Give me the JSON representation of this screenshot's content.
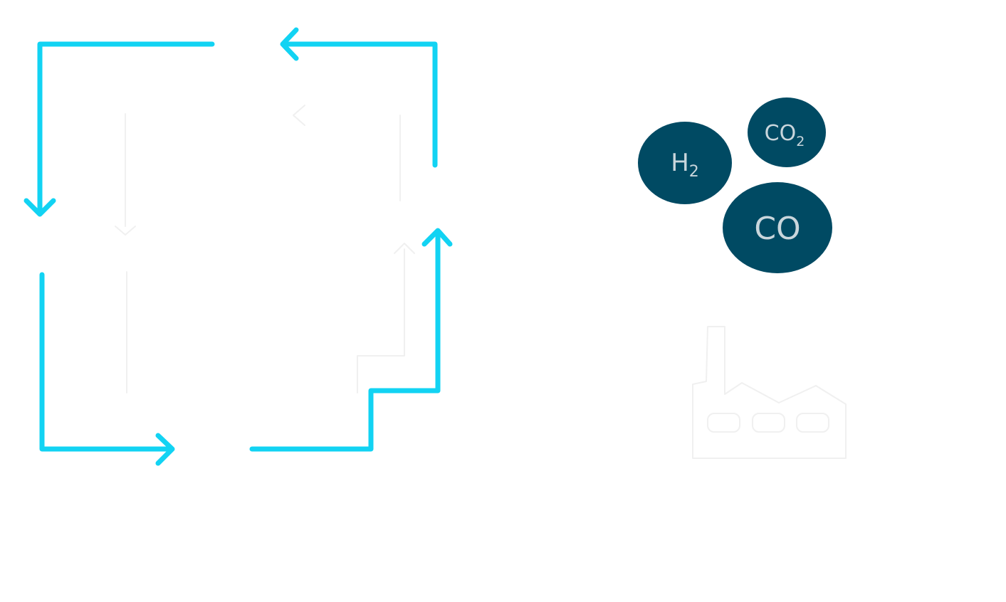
{
  "colors": {
    "background": "#ffffff",
    "flow_arrow": "#12d3f3",
    "gas_bubble": "#004a63",
    "gas_text": "#c9d6dc",
    "faint_lines": "#f0f0f0"
  },
  "diagram": {
    "cycle": {
      "arrows": [
        "arrow-top-left-down",
        "arrow-top-right-left",
        "arrow-bottom-left-right",
        "arrow-bottom-right-up"
      ]
    },
    "gases": [
      {
        "id": "h2",
        "base": "H",
        "subscript": "2"
      },
      {
        "id": "co2",
        "base": "CO",
        "subscript": "2"
      },
      {
        "id": "co",
        "base": "CO",
        "subscript": ""
      }
    ],
    "icon": "factory-icon"
  }
}
